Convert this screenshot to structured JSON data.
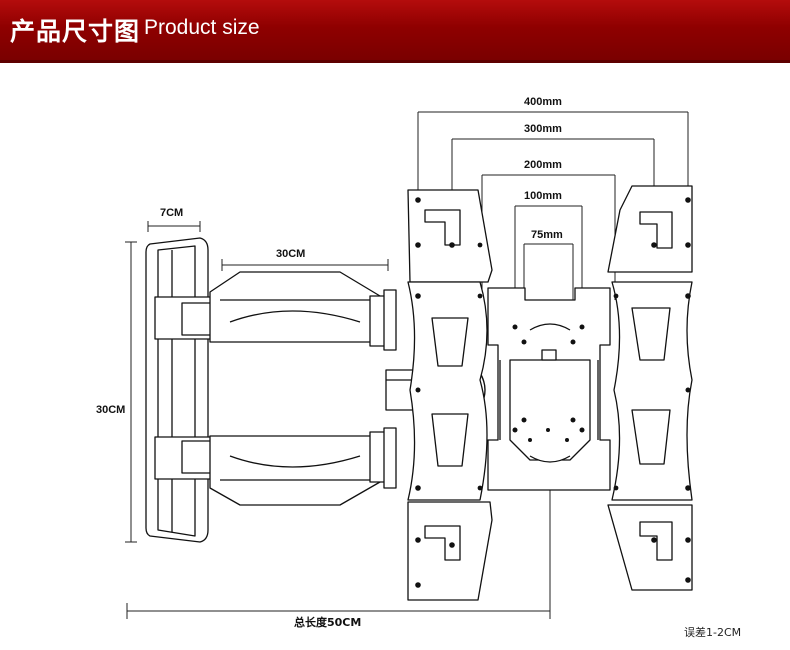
{
  "header": {
    "title_cn": "产品尺寸图",
    "title_en": "Product size"
  },
  "dimensions": {
    "d400": "400mm",
    "d300": "300mm",
    "d200": "200mm",
    "d100": "100mm",
    "d75": "75mm",
    "depth": "7CM",
    "arm_length": "30CM",
    "height": "30CM",
    "total_length": "总长度50CM"
  },
  "note": "误差1-2CM",
  "colors": {
    "banner": "#9a0000",
    "line": "#111111",
    "fill": "#ffffff"
  }
}
